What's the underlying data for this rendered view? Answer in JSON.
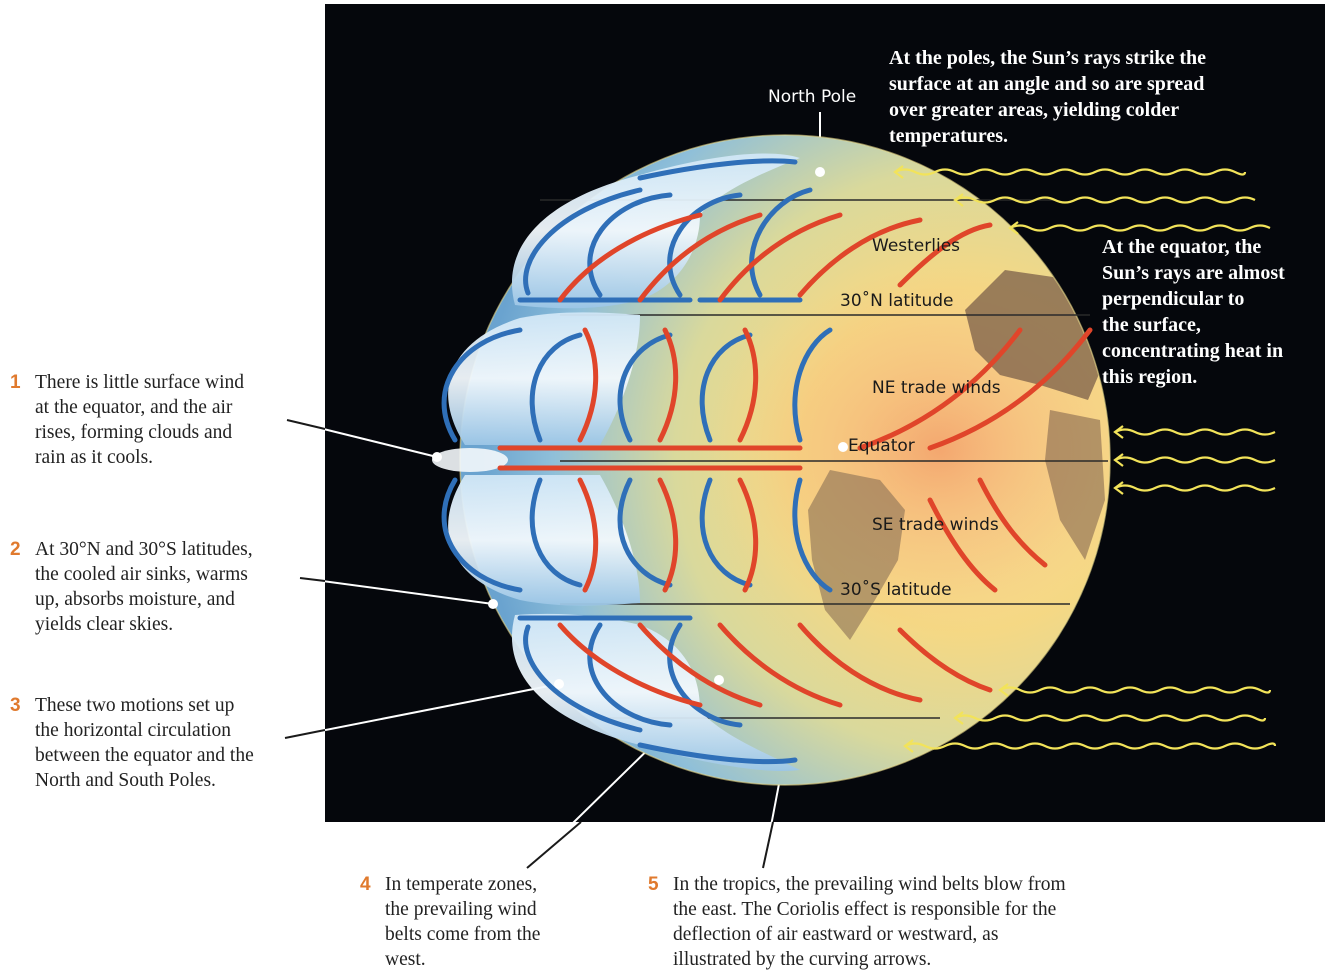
{
  "colors": {
    "background": "#ffffff",
    "panel": "#05070c",
    "callout_number": "#e07a2e",
    "warm_arrow": "#e0452a",
    "cool_arrow": "#2f6fb8",
    "sun_ray": "#f2e35a"
  },
  "labels": {
    "north_pole": "North Pole",
    "westerlies": "Westerlies",
    "lat_30n": "30˚N latitude",
    "ne_trade": "NE trade winds",
    "equator": "Equator",
    "se_trade": "SE trade winds",
    "lat_30s": "30˚S latitude"
  },
  "sun_notes": {
    "poles": "At the poles, the Sun’s rays strike the\nsurface at an angle and so are spread\nover greater areas, yielding colder\ntemperatures.",
    "equator": "At the equator, the\nSun’s rays are almost\nperpendicular to\nthe surface,\nconcentrating heat in\nthis region."
  },
  "callouts": [
    {
      "number": "1",
      "text": "There is little surface wind\nat the equator, and the air\nrises, forming clouds and\nrain as it cools."
    },
    {
      "number": "2",
      "text": "At 30°N and 30°S latitudes,\nthe cooled air sinks, warms\nup, absorbs moisture, and\nyields clear skies."
    },
    {
      "number": "3",
      "text": "These two motions set up\nthe horizontal circulation\nbetween the equator and the\nNorth and South Poles."
    },
    {
      "number": "4",
      "text": "In temperate zones,\nthe prevailing wind\nbelts come from the\nwest."
    },
    {
      "number": "5",
      "text": "In the tropics, the prevailing wind belts blow from\nthe east. The Coriolis effect is responsible for the\ndeflection of air eastward or westward, as\nillustrated by the curving arrows."
    }
  ]
}
